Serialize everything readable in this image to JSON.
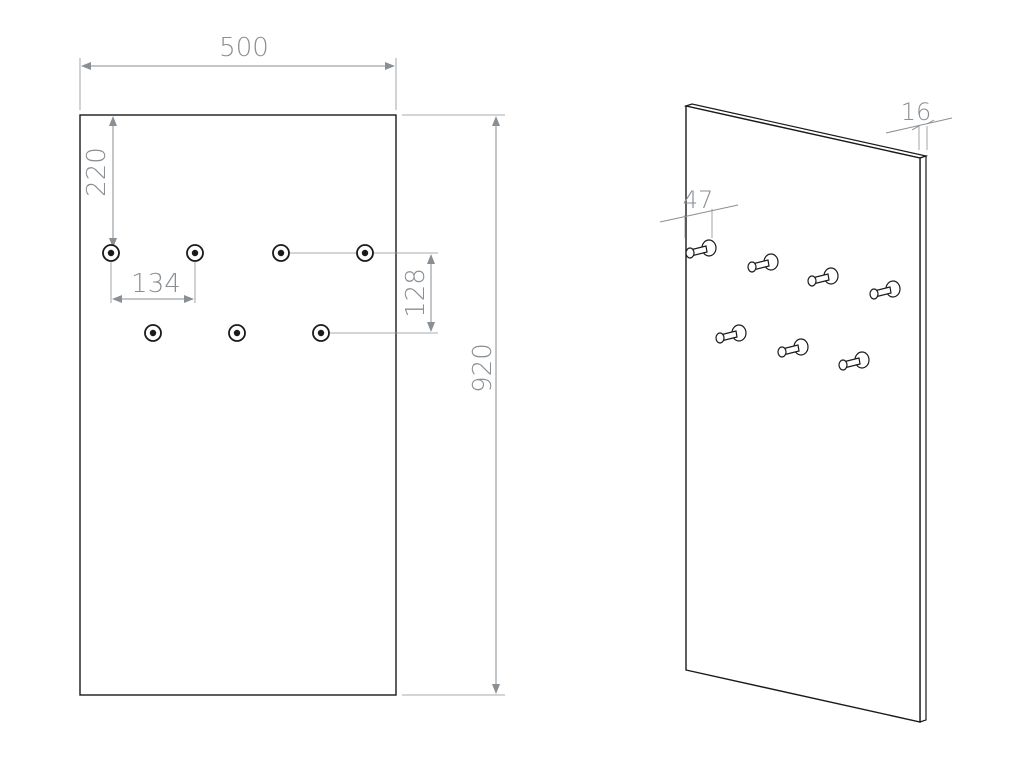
{
  "front_view": {
    "width_label": "500",
    "height_label": "920",
    "top_offset_label": "220",
    "hook_spacing_label": "134",
    "row_spacing_label": "128",
    "top_row_hook_count": 4,
    "bottom_row_hook_count": 3
  },
  "perspective_view": {
    "thickness_label": "16",
    "hook_depth_label": "47",
    "top_row_hook_count": 4,
    "bottom_row_hook_count": 3
  },
  "colors": {
    "outline": "#1a1a1a",
    "dimension": "#8a8f94",
    "background": "#ffffff"
  }
}
